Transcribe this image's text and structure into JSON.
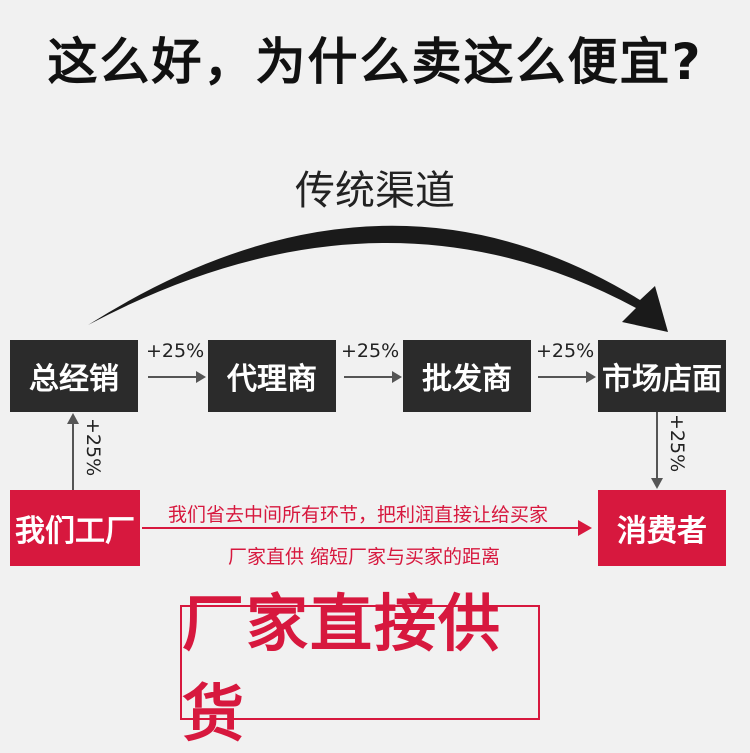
{
  "title": "这么好，为什么卖这么便宜?",
  "subtitle": "传统渠道",
  "chain": {
    "general_distributor": "总经销",
    "agent": "代理商",
    "wholesaler": "批发商",
    "retail_store": "市场店面",
    "factory": "我们工厂",
    "consumer": "消费者"
  },
  "markups": {
    "factory_to_distributor": "+25%",
    "distributor_to_agent": "+25%",
    "agent_to_wholesaler": "+25%",
    "wholesaler_to_store": "+25%",
    "store_to_consumer": "+25%"
  },
  "direct_notes": {
    "line1": "我们省去中间所有环节，把利润直接让给买家",
    "line2": "厂家直供 缩短厂家与买家的距离"
  },
  "banner": "厂家直接供货",
  "colors": {
    "accent": "#d7183e",
    "dark_box": "#2b2b2b"
  }
}
